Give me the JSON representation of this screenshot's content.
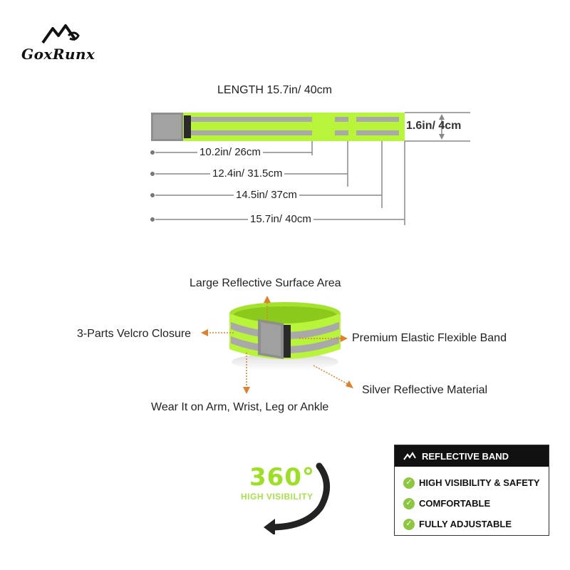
{
  "brand": {
    "name": "GoxRunx",
    "icon": "mountain-logo-icon"
  },
  "dimensions": {
    "length_title": "LENGTH 15.7in/ 40cm",
    "height_label": "1.6in/ 4cm",
    "positions": [
      {
        "label": "10.2in/ 26cm"
      },
      {
        "label": "12.4in/ 31.5cm"
      },
      {
        "label": "14.5in/ 37cm"
      },
      {
        "label": "15.7in/ 40cm"
      }
    ]
  },
  "callouts": {
    "top": "Large Reflective Surface Area",
    "left": "3-Parts Velcro Closure",
    "right": "Premium Elastic  Flexible Band",
    "bottom_right": "Silver Reflective Material",
    "bottom": "Wear It on Arm, Wrist, Leg or Ankle"
  },
  "visibility": {
    "number": "360°",
    "text": "HIGH VISIBILITY"
  },
  "features": {
    "title": "REFLECTIVE BAND",
    "items": [
      "HIGH VISIBILITY & SAFETY",
      "COMFORTABLE",
      "FULLY ADJUSTABLE"
    ]
  },
  "colors": {
    "band_green": "#b7f43a",
    "reflective_gray": "#a9a9a9",
    "arrow_orange": "#e0802a",
    "check_green": "#8dc63f"
  }
}
